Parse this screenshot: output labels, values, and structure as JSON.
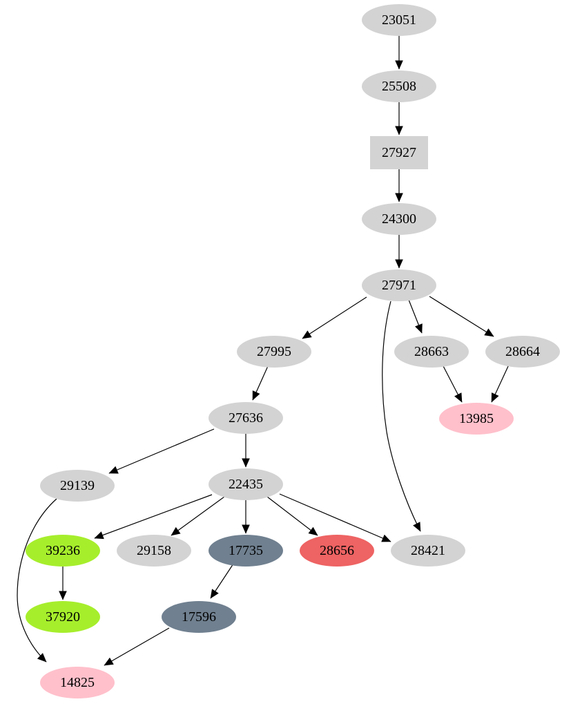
{
  "graph": {
    "background_color": "#ffffff",
    "text_color": "#000000",
    "edge_color": "#000000",
    "palette": {
      "gray": "#d3d3d3",
      "green": "#a6ee2c",
      "slate": "#708090",
      "red": "#ee6363",
      "pink": "#ffc0cb"
    },
    "nodes": [
      {
        "id": "23051",
        "label": "23051",
        "shape": "ellipse",
        "fill": "#d3d3d3"
      },
      {
        "id": "25508",
        "label": "25508",
        "shape": "ellipse",
        "fill": "#d3d3d3"
      },
      {
        "id": "27927",
        "label": "27927",
        "shape": "box",
        "fill": "#d3d3d3"
      },
      {
        "id": "24300",
        "label": "24300",
        "shape": "ellipse",
        "fill": "#d3d3d3"
      },
      {
        "id": "27971",
        "label": "27971",
        "shape": "ellipse",
        "fill": "#d3d3d3"
      },
      {
        "id": "27995",
        "label": "27995",
        "shape": "ellipse",
        "fill": "#d3d3d3"
      },
      {
        "id": "28663",
        "label": "28663",
        "shape": "ellipse",
        "fill": "#d3d3d3"
      },
      {
        "id": "28664",
        "label": "28664",
        "shape": "ellipse",
        "fill": "#d3d3d3"
      },
      {
        "id": "13985",
        "label": "13985",
        "shape": "ellipse",
        "fill": "#ffc0cb"
      },
      {
        "id": "27636",
        "label": "27636",
        "shape": "ellipse",
        "fill": "#d3d3d3"
      },
      {
        "id": "29139",
        "label": "29139",
        "shape": "ellipse",
        "fill": "#d3d3d3"
      },
      {
        "id": "22435",
        "label": "22435",
        "shape": "ellipse",
        "fill": "#d3d3d3"
      },
      {
        "id": "39236",
        "label": "39236",
        "shape": "ellipse",
        "fill": "#a6ee2c"
      },
      {
        "id": "29158",
        "label": "29158",
        "shape": "ellipse",
        "fill": "#d3d3d3"
      },
      {
        "id": "17735",
        "label": "17735",
        "shape": "ellipse",
        "fill": "#708090"
      },
      {
        "id": "28656",
        "label": "28656",
        "shape": "ellipse",
        "fill": "#ee6363"
      },
      {
        "id": "28421",
        "label": "28421",
        "shape": "ellipse",
        "fill": "#d3d3d3"
      },
      {
        "id": "37920",
        "label": "37920",
        "shape": "ellipse",
        "fill": "#a6ee2c"
      },
      {
        "id": "17596",
        "label": "17596",
        "shape": "ellipse",
        "fill": "#708090"
      },
      {
        "id": "14825",
        "label": "14825",
        "shape": "ellipse",
        "fill": "#ffc0cb"
      }
    ],
    "edges": [
      {
        "from": "23051",
        "to": "25508"
      },
      {
        "from": "25508",
        "to": "27927"
      },
      {
        "from": "27927",
        "to": "24300"
      },
      {
        "from": "24300",
        "to": "27971"
      },
      {
        "from": "27971",
        "to": "27995"
      },
      {
        "from": "27971",
        "to": "28421"
      },
      {
        "from": "27971",
        "to": "28663"
      },
      {
        "from": "27971",
        "to": "28664"
      },
      {
        "from": "28663",
        "to": "13985"
      },
      {
        "from": "28664",
        "to": "13985"
      },
      {
        "from": "27995",
        "to": "27636"
      },
      {
        "from": "27636",
        "to": "29139"
      },
      {
        "from": "27636",
        "to": "22435"
      },
      {
        "from": "22435",
        "to": "39236"
      },
      {
        "from": "22435",
        "to": "29158"
      },
      {
        "from": "22435",
        "to": "17735"
      },
      {
        "from": "22435",
        "to": "28656"
      },
      {
        "from": "22435",
        "to": "28421"
      },
      {
        "from": "39236",
        "to": "37920"
      },
      {
        "from": "17735",
        "to": "17596"
      },
      {
        "from": "17596",
        "to": "14825"
      },
      {
        "from": "29139",
        "to": "14825"
      }
    ]
  }
}
